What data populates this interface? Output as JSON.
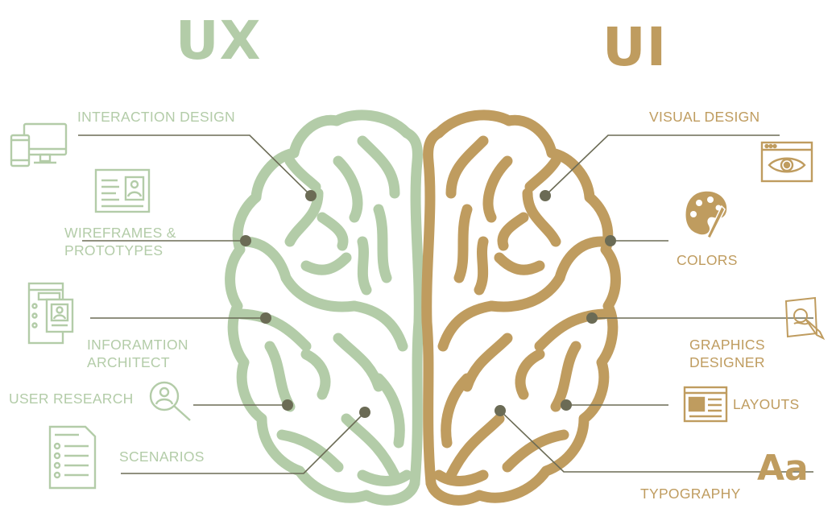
{
  "ux": {
    "title": "UX",
    "labels": {
      "interaction_design": "INTERACTION DESIGN",
      "wireframes_l1": "WIREFRAMES &",
      "wireframes_l2": "PROTOTYPES",
      "info_arch_l1": "INFORAMTION",
      "info_arch_l2": "ARCHITECT",
      "user_research": "USER RESEARCH",
      "scenarios": "SCENARIOS"
    },
    "icons": [
      "devices-icon",
      "wireframe-icon",
      "sitemap-icon",
      "user-search-icon",
      "checklist-icon"
    ]
  },
  "ui": {
    "title": "UI",
    "labels": {
      "visual_design": "VISUAL DESIGN",
      "colors": "COLORS",
      "graphics_l1": "GRAPHICS",
      "graphics_l2": "DESIGNER",
      "layouts": "LAYOUTS",
      "typography": "TYPOGRAPHY",
      "typography_sample": "Aa"
    },
    "icons": [
      "browser-eye-icon",
      "palette-icon",
      "drawing-icon",
      "layout-icon",
      "typography-icon"
    ]
  },
  "colors": {
    "ux": "#b3cca8",
    "ui": "#bf9c5f",
    "connector": "#6b6b55"
  }
}
